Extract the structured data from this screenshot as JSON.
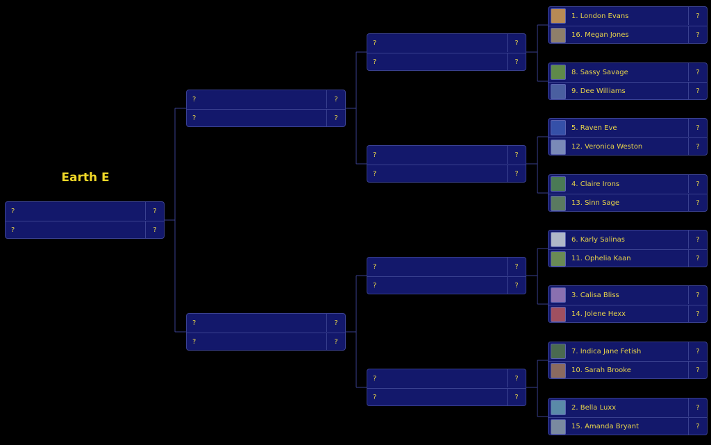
{
  "bracket": {
    "title": "Earth E",
    "placeholder_name": "?",
    "placeholder_score": "?",
    "round1": [
      {
        "top": {
          "name": "1. London Evans",
          "score": "?",
          "avatar": "#b88a55"
        },
        "bottom": {
          "name": "16. Megan Jones",
          "score": "?",
          "avatar": "#8e7f6a"
        }
      },
      {
        "top": {
          "name": "8. Sassy Savage",
          "score": "?",
          "avatar": "#5f8a4a"
        },
        "bottom": {
          "name": "9. Dee Williams",
          "score": "?",
          "avatar": "#4a5fa0"
        }
      },
      {
        "top": {
          "name": "5. Raven Eve",
          "score": "?",
          "avatar": "#3550a8"
        },
        "bottom": {
          "name": "12. Veronica Weston",
          "score": "?",
          "avatar": "#7a8ab8"
        }
      },
      {
        "top": {
          "name": "4. Claire Irons",
          "score": "?",
          "avatar": "#4a7a55"
        },
        "bottom": {
          "name": "13. Sinn Sage",
          "score": "?",
          "avatar": "#5a7a60"
        }
      },
      {
        "top": {
          "name": "6. Karly Salinas",
          "score": "?",
          "avatar": "#b0b8c8"
        },
        "bottom": {
          "name": "11. Ophelia Kaan",
          "score": "?",
          "avatar": "#6a8a55"
        }
      },
      {
        "top": {
          "name": "3. Calisa Bliss",
          "score": "?",
          "avatar": "#8a70b0"
        },
        "bottom": {
          "name": "14. Jolene Hexx",
          "score": "?",
          "avatar": "#a05060"
        }
      },
      {
        "top": {
          "name": "7. Indica Jane Fetish",
          "score": "?",
          "avatar": "#4a6a50"
        },
        "bottom": {
          "name": "10. Sarah Brooke",
          "score": "?",
          "avatar": "#8a6a60"
        }
      },
      {
        "top": {
          "name": "2. Bella Luxx",
          "score": "?",
          "avatar": "#5a8aa8"
        },
        "bottom": {
          "name": "15. Amanda Bryant",
          "score": "?",
          "avatar": "#7a8aa0"
        }
      }
    ]
  }
}
